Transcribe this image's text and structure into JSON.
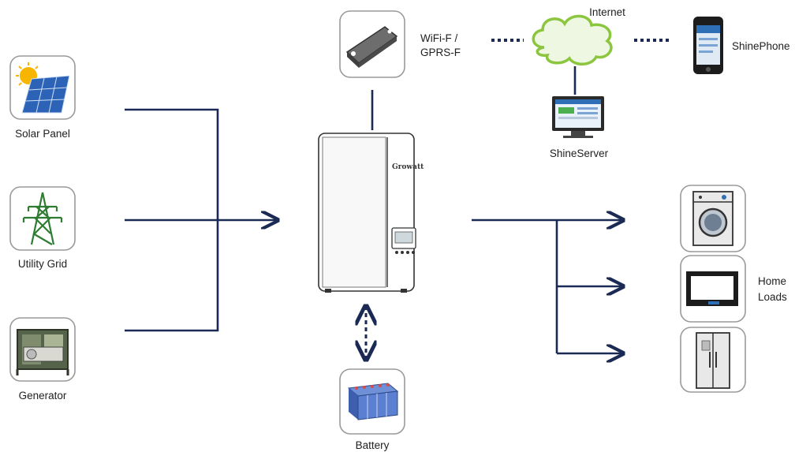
{
  "sources": {
    "solar": {
      "label": "Solar Panel",
      "icon": "solar-panel-icon"
    },
    "grid": {
      "label": "Utility Grid",
      "icon": "transmission-tower-icon"
    },
    "generator": {
      "label": "Generator",
      "icon": "generator-icon"
    }
  },
  "inverter": {
    "brand": "Growatt",
    "icon": "inverter-icon"
  },
  "datalogger": {
    "label_line1": "WiFi-F /",
    "label_line2": "GPRS-F",
    "icon": "datalogger-icon"
  },
  "cloud": {
    "label": "Internet",
    "icon": "cloud-icon"
  },
  "phone": {
    "label": "ShinePhone",
    "icon": "smartphone-icon"
  },
  "server": {
    "label": "ShineServer",
    "icon": "monitor-icon"
  },
  "battery": {
    "label": "Battery",
    "icon": "battery-icon"
  },
  "loads": {
    "label_line1": "Home",
    "label_line2": "Loads",
    "items": [
      {
        "icon": "washing-machine-icon"
      },
      {
        "icon": "microwave-icon"
      },
      {
        "icon": "refrigerator-icon"
      }
    ]
  },
  "colors": {
    "line": "#1b2a55",
    "box_border": "#9a9a9a",
    "cloud": "#8cc63f"
  }
}
